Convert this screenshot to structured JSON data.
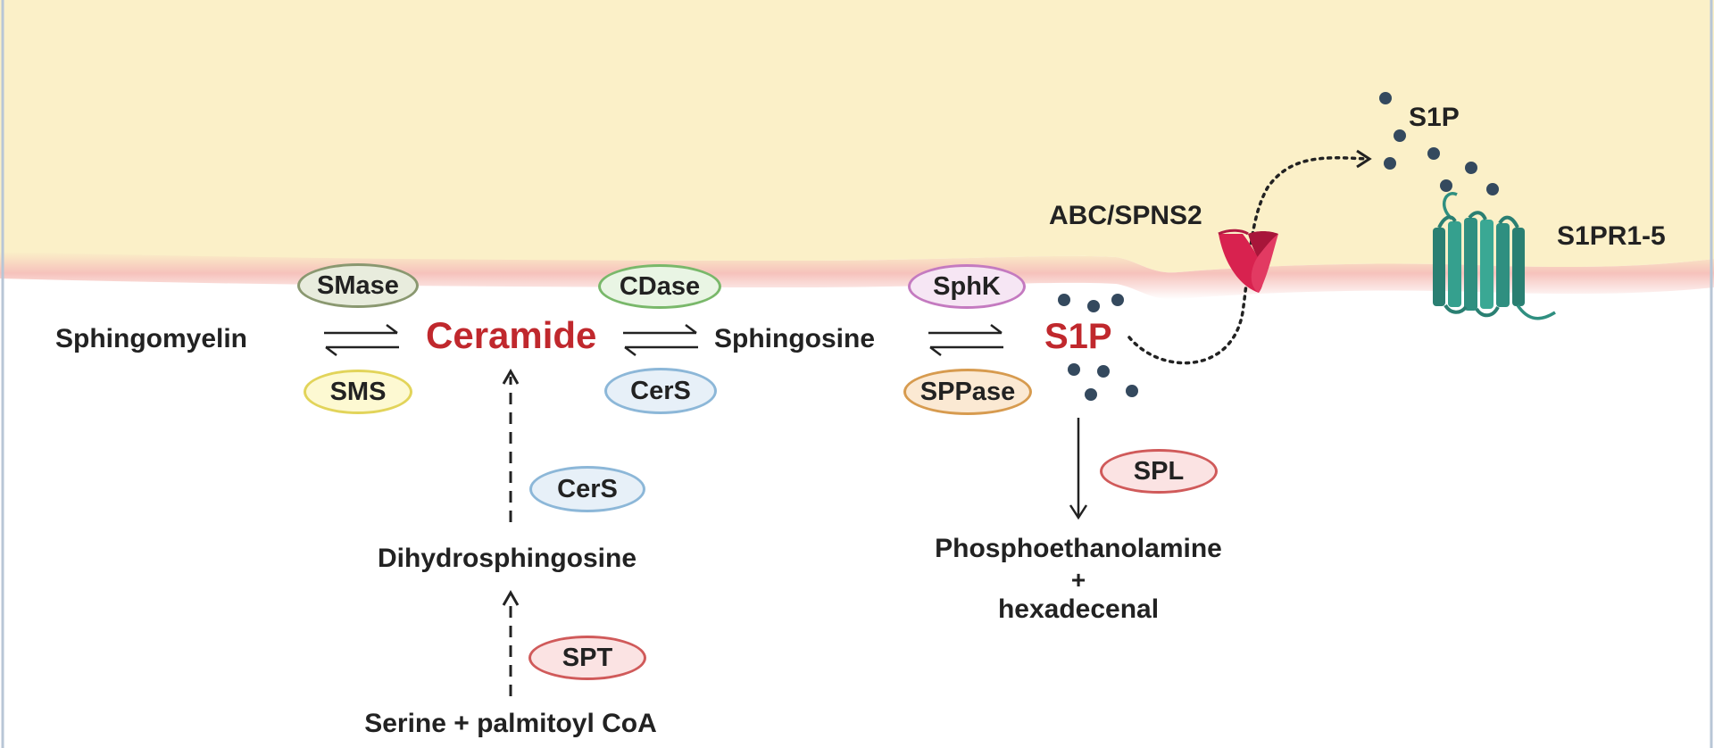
{
  "nodes": {
    "sphingomyelin": "Sphingomyelin",
    "ceramide": "Ceramide",
    "sphingosine": "Sphingosine",
    "s1p_intracellular": "S1P",
    "s1p_extracellular": "S1P",
    "dihydrosphingosine": "Dihydrosphingosine",
    "serine_palmitoyl": "Serine + palmitoyl CoA",
    "phosphoethanolamine": "Phosphoethanolamine",
    "plus": "+",
    "hexadecenal": "hexadecenal",
    "transporter": "ABC/SPNS2",
    "receptor": "S1PR1-5"
  },
  "enzymes": {
    "smase": "SMase",
    "sms": "SMS",
    "cdase": "CDase",
    "cers_top": "CerS",
    "sphk": "SphK",
    "sppase": "SPPase",
    "spl": "SPL",
    "cers_bottom": "CerS",
    "spt": "SPT"
  },
  "colors": {
    "extracellular": "#fbf0c8",
    "membrane": "#f6c2bc",
    "highlight_text": "#c0282d",
    "transporter": "#d8224f",
    "receptor": "#2f8f80",
    "dots": "#34495e"
  },
  "icons": {
    "transporter": "transporter-icon",
    "receptor": "receptor-icon"
  }
}
